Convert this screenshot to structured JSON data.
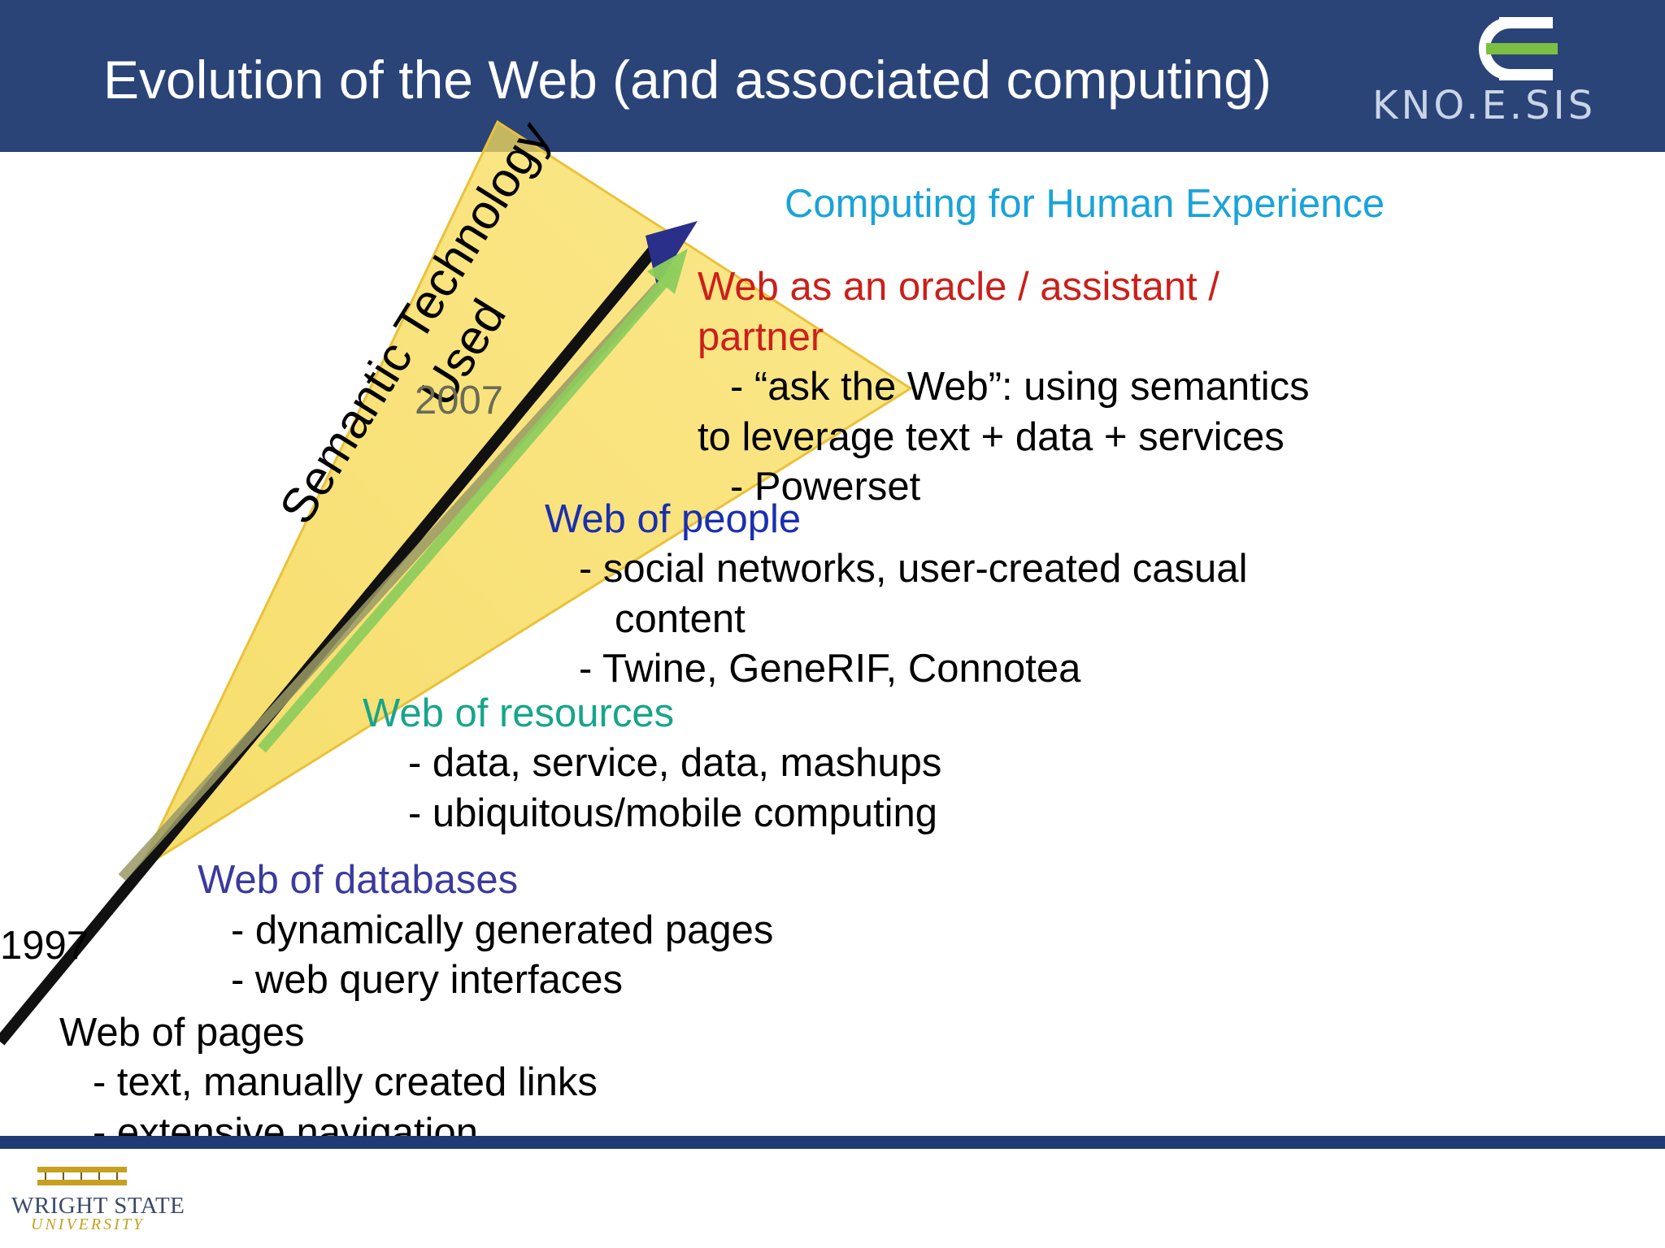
{
  "slide": {
    "title": "Evolution of the Web (and associated computing)",
    "logo_text": "KNO.E.SIS",
    "university_name": "WRIGHT STATE",
    "university_sub": "UNIVERSITY"
  },
  "diagram": {
    "cone_label_line1": "Semantic Technology",
    "cone_label_line2": "Used",
    "year_start": "1997",
    "year_mid": "2007",
    "top_label": "Computing for Human Experience",
    "stages": [
      {
        "heading": "Web of pages",
        "heading_color": "#000000",
        "items": [
          "- text, manually created links",
          "- extensive navigation"
        ]
      },
      {
        "heading": "Web of databases",
        "heading_color": "#3b3a9e",
        "items": [
          "- dynamically generated pages",
          "- web query interfaces"
        ]
      },
      {
        "heading": "Web of resources",
        "heading_color": "#17a58a",
        "items": [
          "- data, service, data, mashups",
          "- ubiquitous/mobile computing"
        ]
      },
      {
        "heading": "Web of people",
        "heading_color": "#1a2fb0",
        "items": [
          "- social networks, user-created casual",
          "content",
          "- Twine, GeneRIF, Connotea"
        ]
      },
      {
        "heading_line1": "Web as an oracle / assistant /",
        "heading_line2": "partner",
        "heading_color": "#cc1f1a",
        "items": [
          "- “ask the Web”: using semantics",
          "to leverage text + data + services",
          "- Powerset"
        ]
      }
    ]
  },
  "colors": {
    "header_bg": "#2a4478",
    "cone_fill": "#f6d84a",
    "top_label": "#1aa3d9",
    "logo_green": "#7bc043"
  }
}
